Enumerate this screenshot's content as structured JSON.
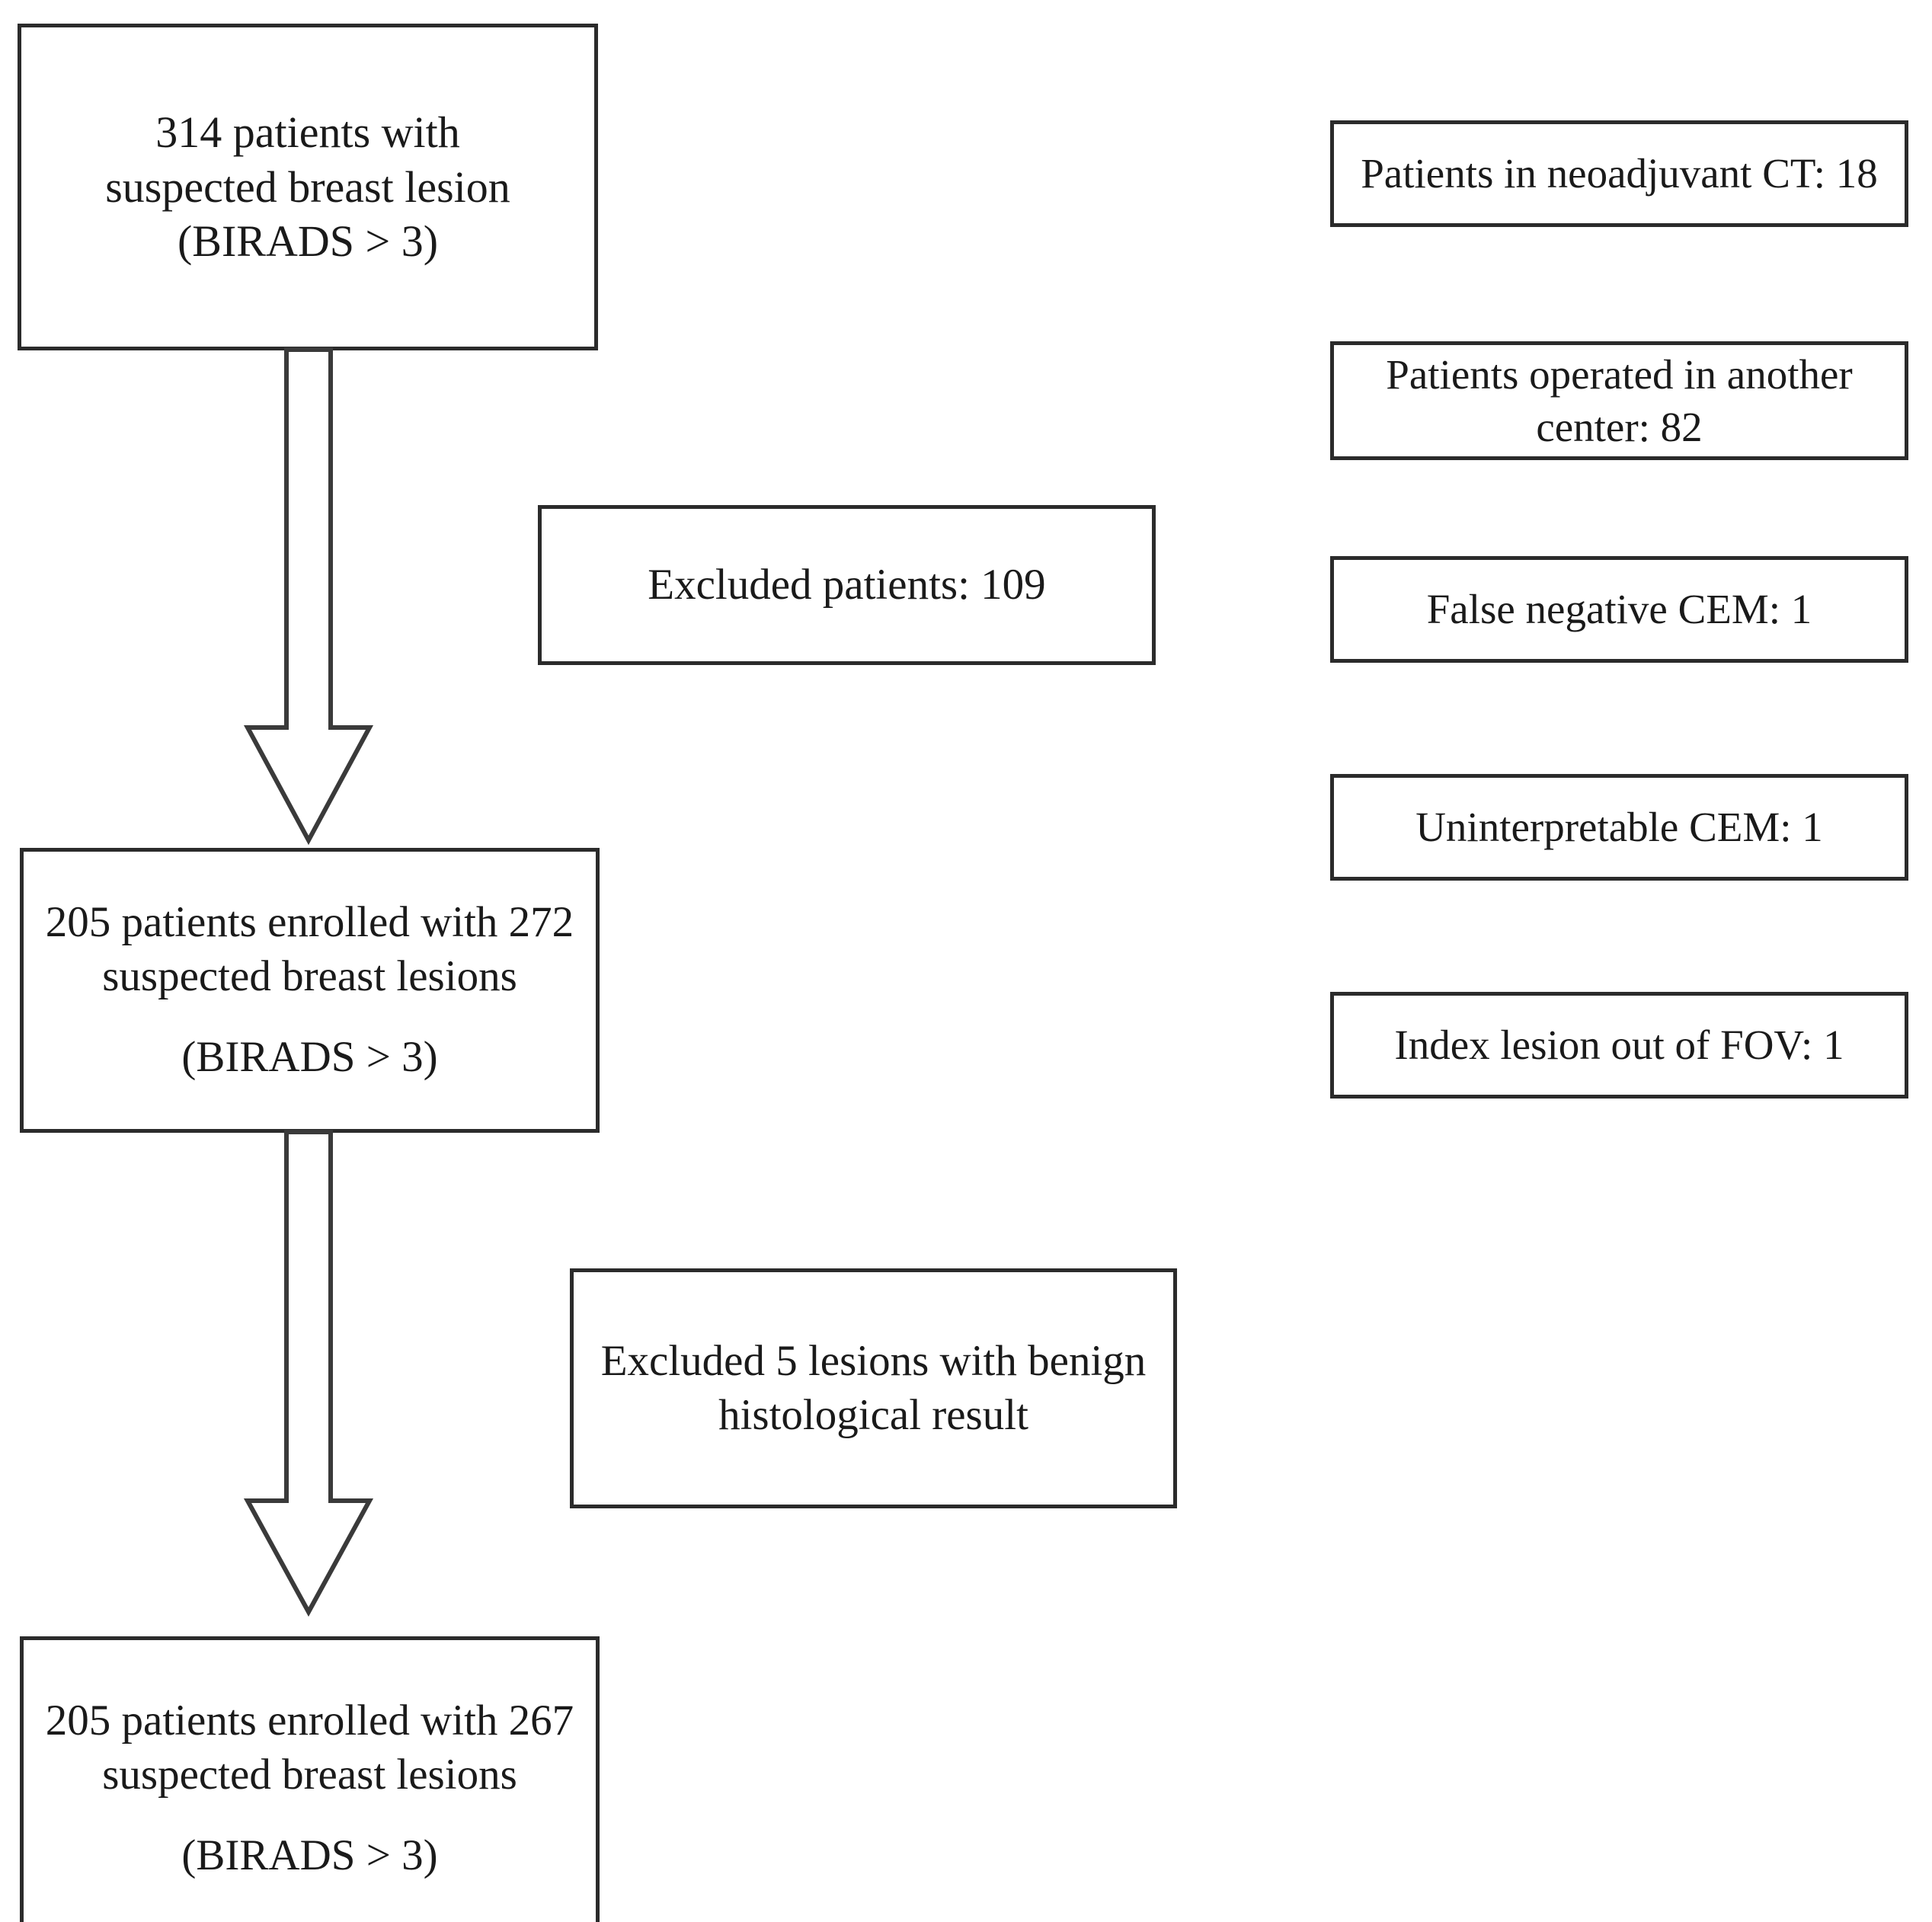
{
  "figure": {
    "type": "study-flowchart",
    "title": "Patient enrollment flowchart"
  },
  "main_pathway": [
    {
      "id": "enrolled-initial",
      "lines": [
        "314 patients with",
        "suspected breast lesion",
        "(BIRADS > 3)"
      ]
    },
    {
      "id": "enrolled-272",
      "lines": [
        "205 patients enrolled with 272",
        "suspected breast lesions",
        "(BIRADS > 3)"
      ]
    },
    {
      "id": "enrolled-267",
      "lines": [
        "205 patients enrolled with 267",
        "suspected breast lesions",
        "(BIRADS > 3)"
      ]
    }
  ],
  "exclusions": [
    {
      "id": "excluded-patients",
      "lines": [
        "Excluded patients: 109"
      ],
      "count": 109
    },
    {
      "id": "excluded-lesions",
      "lines": [
        "Excluded 5 lesions with benign",
        "histological result"
      ],
      "count": 5
    }
  ],
  "exclusion_reasons": [
    {
      "label": "Patients in neoadjuvant CT: 18",
      "count": 18
    },
    {
      "label": "Patients operated in another center: 82",
      "count": 82
    },
    {
      "label": "False negative CEM: 1",
      "count": 1
    },
    {
      "label": "Uninterpretable CEM: 1",
      "count": 1
    },
    {
      "label": "Index lesion out of FOV: 1",
      "count": 1
    }
  ],
  "arrows": [
    {
      "id": "arrow-1",
      "from": "enrolled-initial",
      "to": "enrolled-272",
      "style": "hollow-block-down"
    },
    {
      "id": "arrow-2",
      "from": "enrolled-272",
      "to": "enrolled-267",
      "style": "hollow-block-down"
    }
  ],
  "colors": {
    "background": "#ffffff",
    "box_fill": "#ffffff",
    "box_border": "#2b2b2b",
    "arrow_stroke": "#3a3a3a",
    "text": "#1a1a1a"
  }
}
